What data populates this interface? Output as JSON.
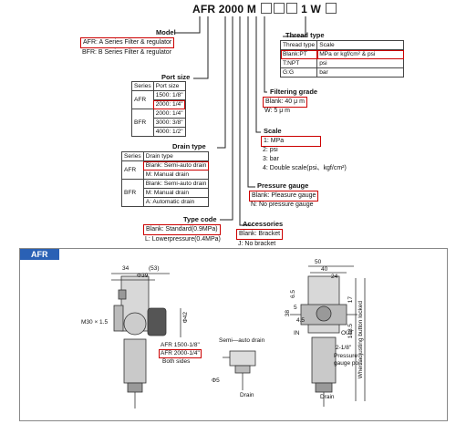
{
  "model_code": {
    "prefix": "AFR 2000 M",
    "suffix": "1 W"
  },
  "model": {
    "title": "Model",
    "rows": [
      "AFR: A Series Filter & regulator",
      "BFR: B Series Filter & regulator"
    ]
  },
  "port_size": {
    "title": "Port size",
    "header": [
      "Series",
      "Port size"
    ],
    "afr_label": "AFR",
    "afr": [
      "1500: 1/8\"",
      "2000: 1/4\""
    ],
    "bfr_label": "BFR",
    "bfr": [
      "2000: 1/4\"",
      "3000: 3/8\"",
      "4000: 1/2\""
    ]
  },
  "drain_type": {
    "title": "Drain type",
    "header": [
      "Series",
      "Drain type"
    ],
    "afr_label": "AFR",
    "afr": [
      "Blank: Semi-auto drain",
      "M: Manual drain"
    ],
    "bfr_label": "BFR",
    "bfr": [
      "Blank: Semi-auto drain",
      "M: Manual drain",
      "A: Automatic drain"
    ]
  },
  "type_code": {
    "title": "Type code",
    "rows": [
      "Blank: Standard(0.9MPa)",
      "L: Lowerpressure(0.4MPa)"
    ]
  },
  "thread_type": {
    "title": "Thread type",
    "header": [
      "Thread type",
      "Scale"
    ],
    "rows": [
      [
        "Blank:PT",
        "MPa or kgf/cm² & psi"
      ],
      [
        "T:NPT",
        "psi"
      ],
      [
        "G:G",
        "bar"
      ]
    ]
  },
  "filtering_grade": {
    "title": "Filtering grade",
    "rows": [
      "Blank: 40 μ m",
      "W: 5 μ m"
    ]
  },
  "scale": {
    "title": "Scale",
    "rows": [
      "1: MPa",
      "2: psi",
      "3: bar",
      "4: Double scale(psi、kgf/cm²)"
    ]
  },
  "pressure_gauge": {
    "title": "Pressure gauge",
    "rows": [
      "Blank: Pleasure gauge",
      "N: No pressure gauge"
    ]
  },
  "accessories": {
    "title": "Accessories",
    "rows": [
      "Blank: Bracket",
      "J: No bracket"
    ]
  },
  "drawing": {
    "section_label": "AFR",
    "left": {
      "d34": "34",
      "d53": "(53)",
      "d39": "Φ39",
      "m30": "M30 × 1.5",
      "d42": "Φ42",
      "note1": "AFR 1500-1/8\"",
      "note2": "AFR 2000-1/4\"",
      "note3": "Both sides"
    },
    "middle": {
      "title": "Semi—auto drain",
      "d5": "Φ5",
      "drain": "Drain"
    },
    "right": {
      "d50": "50",
      "d40": "40",
      "d24": "24",
      "d65": "6.5",
      "d5": "5",
      "d38": "38",
      "d45": "4.5",
      "d1485": "148.5",
      "d17": "17",
      "in": "IN",
      "out": "OUT",
      "thread": "2-1/8\"",
      "gauge": "Pressure gauge port",
      "locked": "When adjusting button locked",
      "drain": "Drain"
    }
  }
}
